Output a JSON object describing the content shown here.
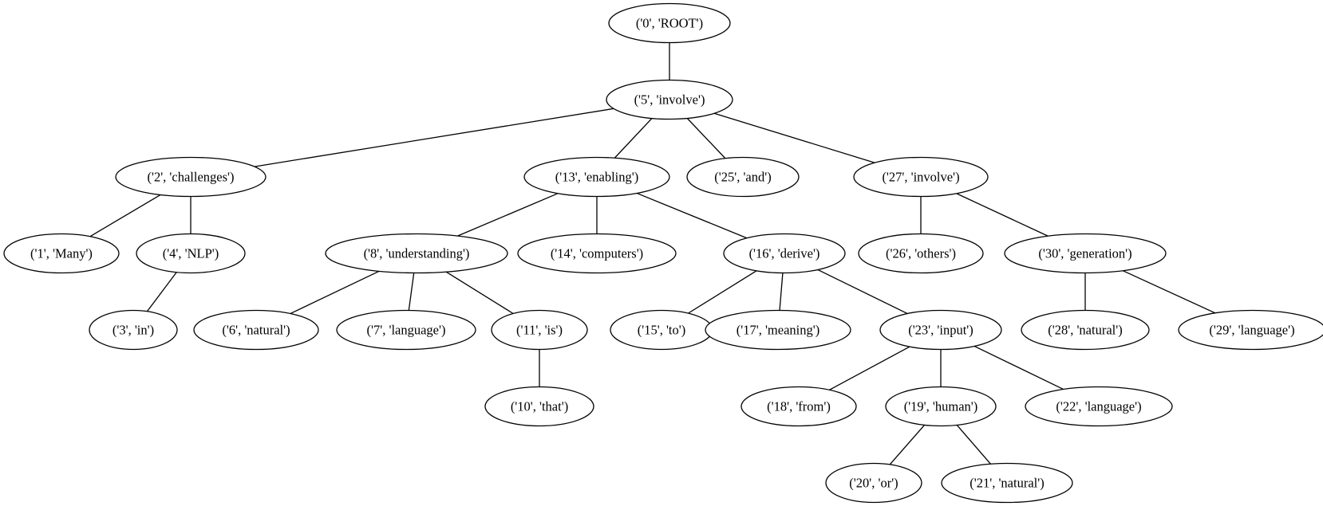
{
  "colors": {
    "background": "#ffffff",
    "stroke": "#000000",
    "text": "#000000"
  },
  "nodes": [
    {
      "id": "0",
      "label": "('0', 'ROOT')"
    },
    {
      "id": "5",
      "label": "('5', 'involve')"
    },
    {
      "id": "2",
      "label": "('2', 'challenges')"
    },
    {
      "id": "13",
      "label": "('13', 'enabling')"
    },
    {
      "id": "25",
      "label": "('25', 'and')"
    },
    {
      "id": "27",
      "label": "('27', 'involve')"
    },
    {
      "id": "1",
      "label": "('1', 'Many')"
    },
    {
      "id": "4",
      "label": "('4', 'NLP')"
    },
    {
      "id": "8",
      "label": "('8', 'understanding')"
    },
    {
      "id": "14",
      "label": "('14', 'computers')"
    },
    {
      "id": "16",
      "label": "('16', 'derive')"
    },
    {
      "id": "26",
      "label": "('26', 'others')"
    },
    {
      "id": "30",
      "label": "('30', 'generation')"
    },
    {
      "id": "3",
      "label": "('3', 'in')"
    },
    {
      "id": "6",
      "label": "('6', 'natural')"
    },
    {
      "id": "7",
      "label": "('7', 'language')"
    },
    {
      "id": "11",
      "label": "('11', 'is')"
    },
    {
      "id": "15",
      "label": "('15', 'to')"
    },
    {
      "id": "17",
      "label": "('17', 'meaning')"
    },
    {
      "id": "23",
      "label": "('23', 'input')"
    },
    {
      "id": "28",
      "label": "('28', 'natural')"
    },
    {
      "id": "29",
      "label": "('29', 'language')"
    },
    {
      "id": "10",
      "label": "('10', 'that')"
    },
    {
      "id": "18",
      "label": "('18', 'from')"
    },
    {
      "id": "19",
      "label": "('19', 'human')"
    },
    {
      "id": "22",
      "label": "('22', 'language')"
    },
    {
      "id": "20",
      "label": "('20', 'or')"
    },
    {
      "id": "21",
      "label": "('21', 'natural')"
    }
  ],
  "edges": [
    [
      "0",
      "5"
    ],
    [
      "5",
      "2"
    ],
    [
      "5",
      "13"
    ],
    [
      "5",
      "25"
    ],
    [
      "5",
      "27"
    ],
    [
      "2",
      "1"
    ],
    [
      "2",
      "4"
    ],
    [
      "4",
      "3"
    ],
    [
      "13",
      "8"
    ],
    [
      "13",
      "14"
    ],
    [
      "13",
      "16"
    ],
    [
      "8",
      "6"
    ],
    [
      "8",
      "7"
    ],
    [
      "8",
      "11"
    ],
    [
      "11",
      "10"
    ],
    [
      "16",
      "15"
    ],
    [
      "16",
      "17"
    ],
    [
      "16",
      "23"
    ],
    [
      "23",
      "18"
    ],
    [
      "23",
      "19"
    ],
    [
      "23",
      "22"
    ],
    [
      "19",
      "20"
    ],
    [
      "19",
      "21"
    ],
    [
      "27",
      "26"
    ],
    [
      "27",
      "30"
    ],
    [
      "30",
      "28"
    ],
    [
      "30",
      "29"
    ]
  ]
}
